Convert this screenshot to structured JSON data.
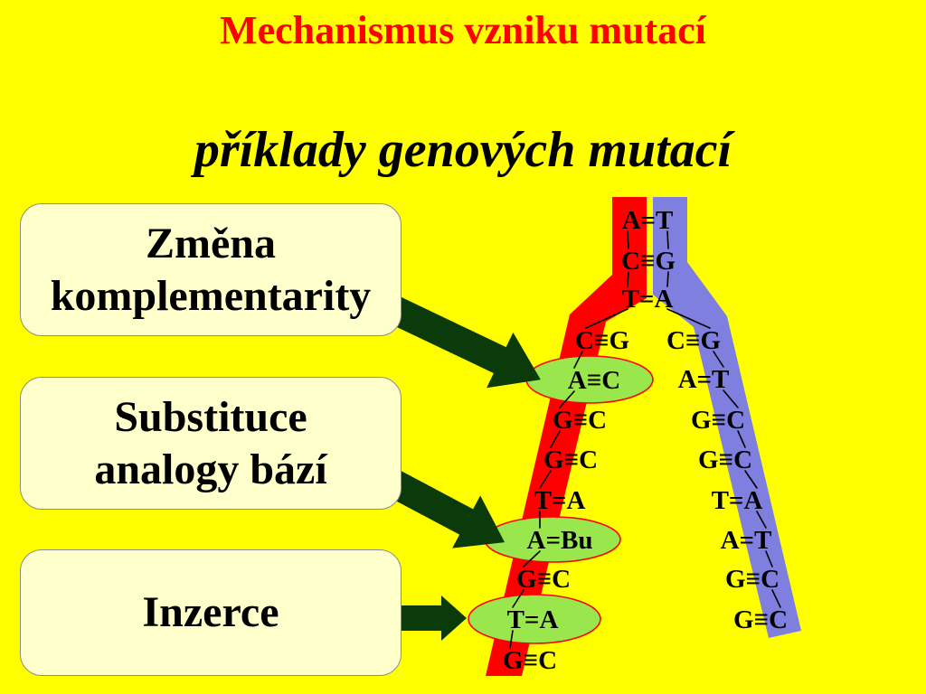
{
  "slide": {
    "title": "Mechanismus vzniku mutací",
    "subtitle": "příklady genových mutací"
  },
  "boxes": [
    {
      "lines": [
        "Změna",
        "komplementarity"
      ]
    },
    {
      "lines": [
        "Substituce",
        "analogy bází"
      ]
    },
    {
      "lines": [
        "Inzerce"
      ]
    }
  ],
  "dna": {
    "parent": [
      "A=T",
      "C≡G",
      "T=A"
    ],
    "left_branch": [
      "C≡G",
      "A≡C",
      "G≡C",
      "G≡C",
      "T=A",
      "A=Bu",
      "G≡C",
      "T=A",
      "G≡C"
    ],
    "right_branch": [
      "C≡G",
      "A=T",
      "G≡C",
      "G≡C",
      "T=A",
      "A=T",
      "G≡C",
      "G≡C"
    ],
    "highlighted_left": [
      1,
      5,
      7
    ]
  },
  "colors": {
    "background": "#FFFF00",
    "title": "#FF0000",
    "subtitle": "#000000",
    "box_fill": "#FFFFCC",
    "box_border": "#8C8C8C",
    "arrow": "#0B3B0B",
    "strand_red": "#FF0000",
    "strand_blue": "#7F7FE0",
    "highlight_fill": "#99E64D",
    "highlight_outline": "#FF0000"
  }
}
